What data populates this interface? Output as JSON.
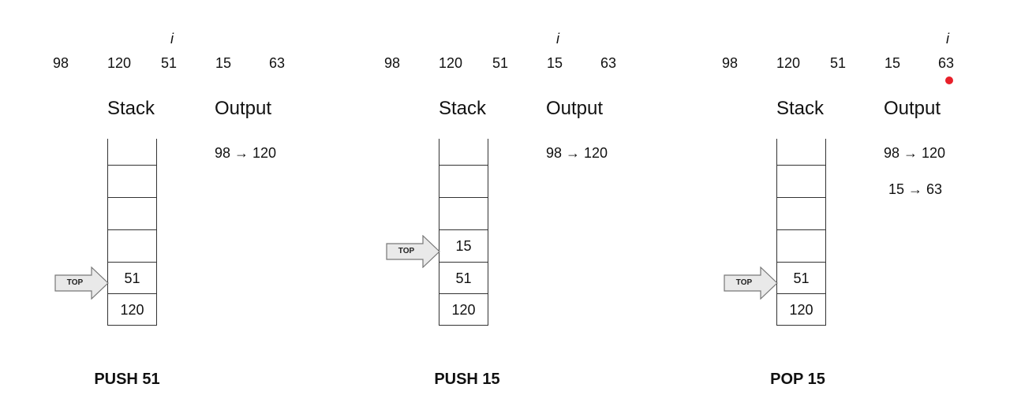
{
  "array": [
    "98",
    "120",
    "51",
    "15",
    "63"
  ],
  "i_label": "i",
  "arrow_label": "TOP",
  "stack_label": "Stack",
  "output_label": "Output",
  "accent_color": "#e8202a",
  "panels": [
    {
      "operation": "PUSH 51",
      "i_index": 2,
      "stack": [
        "120",
        "51"
      ],
      "top_index": 1,
      "output": [
        "98 → 120"
      ],
      "marked": false
    },
    {
      "operation": "PUSH 15",
      "i_index": 3,
      "stack": [
        "120",
        "51",
        "15"
      ],
      "top_index": 2,
      "output": [
        "98 → 120"
      ],
      "marked": false
    },
    {
      "operation": "POP 15",
      "i_index": 4,
      "stack": [
        "120",
        "51"
      ],
      "top_index": 1,
      "output": [
        "98 → 120",
        "15 → 63"
      ],
      "marked": true
    }
  ]
}
